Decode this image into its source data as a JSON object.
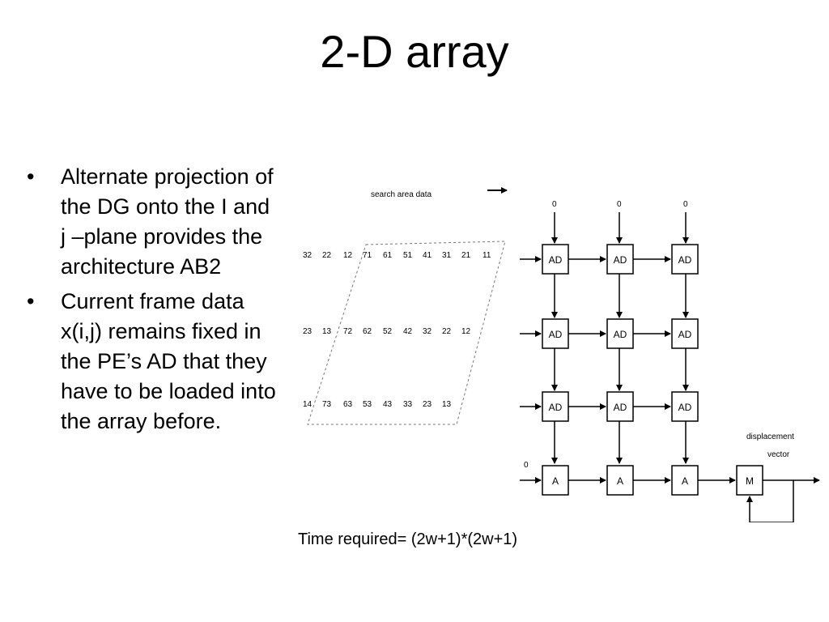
{
  "slide": {
    "title": "2-D array",
    "bullets": [
      "Alternate projection of the DG onto the I and j –plane provides the architecture AB2",
      "Current frame data x(i,j) remains fixed in the PE’s AD that they have to be loaded into the array before."
    ],
    "caption": "Time required= (2w+1)*(2w+1)"
  },
  "diagram": {
    "search_label": "search area data",
    "displacement_label_1": "displacement",
    "displacement_label_2": "vector",
    "zero": "0",
    "rows": [
      [
        "32",
        "22",
        "12",
        "71",
        "61",
        "51",
        "41",
        "31",
        "21",
        "11"
      ],
      [
        "23",
        "13",
        "72",
        "62",
        "52",
        "42",
        "32",
        "22",
        "12"
      ],
      [
        "14",
        "73",
        "63",
        "53",
        "43",
        "33",
        "23",
        "13"
      ]
    ],
    "pe_ad": "AD",
    "pe_a": "A",
    "pe_m": "M"
  }
}
